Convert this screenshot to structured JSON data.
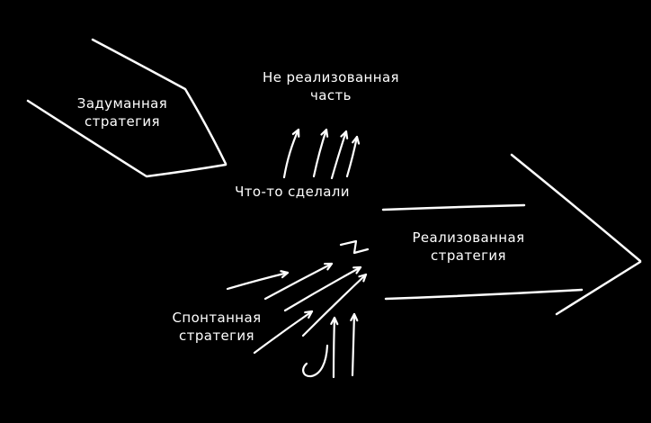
{
  "canvas": {
    "background": "#000000",
    "stroke": "#ffffff"
  },
  "labels": {
    "intended_strategy": {
      "line1": "Задуманная",
      "line2": "стратегия"
    },
    "unrealized_part": {
      "line1": "Не реализованная",
      "line2": "часть"
    },
    "did_something": {
      "text": "Что-то сделали"
    },
    "realized_strategy": {
      "line1": "Реализованная",
      "line2": "стратегия"
    },
    "emergent_strategy": {
      "line1": "Спонтанная",
      "line2": "стратегия"
    }
  }
}
